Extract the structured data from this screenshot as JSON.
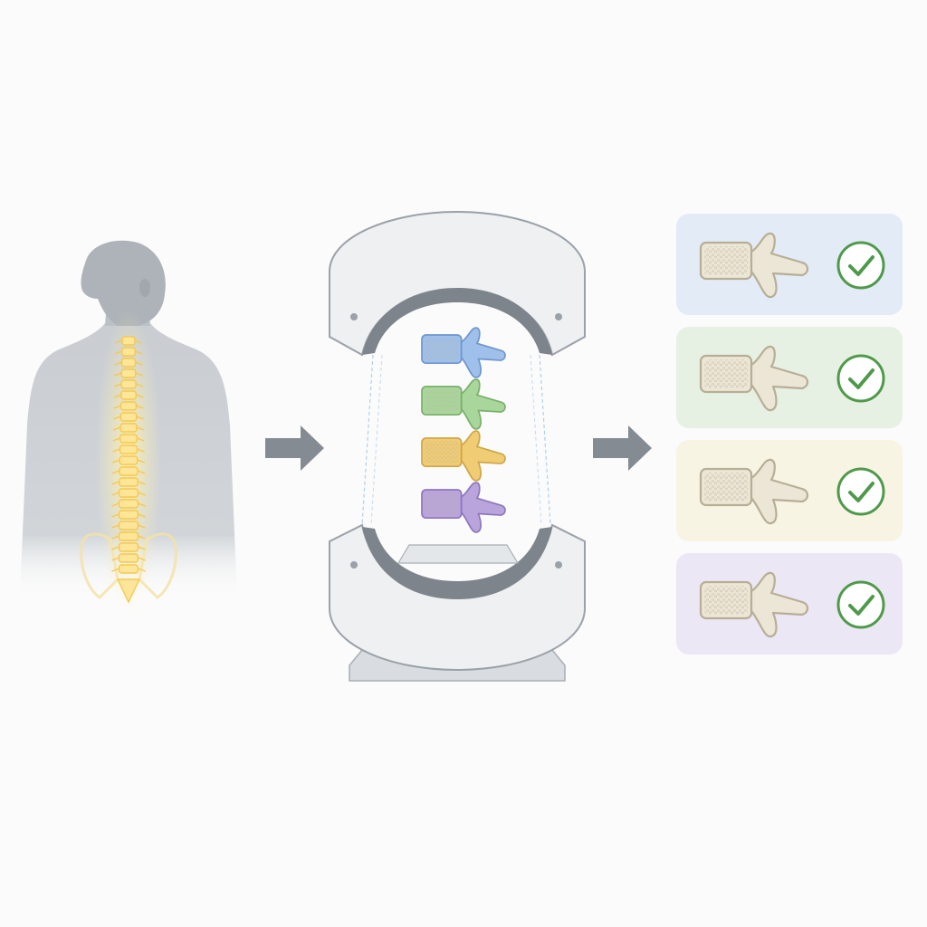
{
  "diagram": {
    "stages": [
      "patient-spine",
      "scanner-segmentation",
      "vertebra-results"
    ],
    "colors": {
      "background": "#fbfbfb",
      "silhouette": "#c9cdd2",
      "head": "#aeb3b9",
      "spine_glow": "#f7c94a",
      "arrow": "#858b92",
      "scanner_body": "#eef0f2",
      "scanner_outline": "#9aa1a8",
      "bone": "#ece6d6",
      "check": "#4f9a4a"
    },
    "scan_segments": [
      {
        "label_color": "#9fc0ea",
        "outline": "#6e96cf"
      },
      {
        "label_color": "#a9d69b",
        "outline": "#78b06a"
      },
      {
        "label_color": "#f0cc74",
        "outline": "#cfa643"
      },
      {
        "label_color": "#b9a4dc",
        "outline": "#8d77bd"
      }
    ],
    "results": [
      {
        "card_color": "#e3ebf7",
        "status": "check-icon"
      },
      {
        "card_color": "#e6f1e3",
        "status": "check-icon"
      },
      {
        "card_color": "#f7f4e4",
        "status": "check-icon"
      },
      {
        "card_color": "#ece7f5",
        "status": "check-icon"
      }
    ]
  }
}
